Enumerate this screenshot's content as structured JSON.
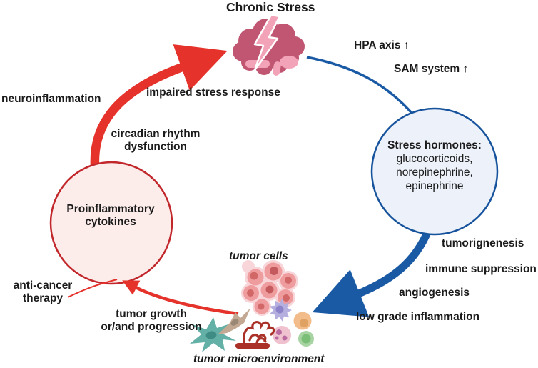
{
  "title": "Chronic Stress",
  "stress_pathway": {
    "hpa": "HPA axis ↑",
    "sam": "SAM system ↑",
    "hormones_title": "Stress hormones:",
    "hormones_lines": [
      "glucocorticoids,",
      "norepinephrine,",
      "epinephrine"
    ],
    "effects": [
      "tumorignenesis",
      "immune suppression",
      "angiogenesis",
      "low grade inflammation"
    ]
  },
  "tumor": {
    "cells_label": "tumor cells",
    "microenvironment_label": "tumor microenvironment",
    "growth_label": "tumor growth\nor/and progression"
  },
  "inflammation_pathway": {
    "cytokines_label": "Proinflammatory\ncytokines",
    "neuroinflammation": "neuroinflammation",
    "impaired": "impaired stress response",
    "circadian": "circadian rhythm\ndysfunction",
    "anti_cancer": "anti-cancer\ntherapy"
  },
  "icons": {
    "brain": "brain-lightning-icon",
    "tumor_cluster": "tumor-cells-icon",
    "microenvironment": "tumor-microenvironment-icons",
    "up_arrow": "↑"
  },
  "colors": {
    "red_arrow": "#e5332b",
    "dark_red_border": "#c1272b",
    "blue_arrow": "#1a5aa5",
    "blue_circle_border": "#16539c",
    "blue_circle_fill": "#ecf1fa",
    "pink_circle_fill": "#fcecea",
    "brain": "#c05672",
    "lightning": "#f3a3b7",
    "vessel": "#a93127",
    "text": "#1b1b1b"
  }
}
